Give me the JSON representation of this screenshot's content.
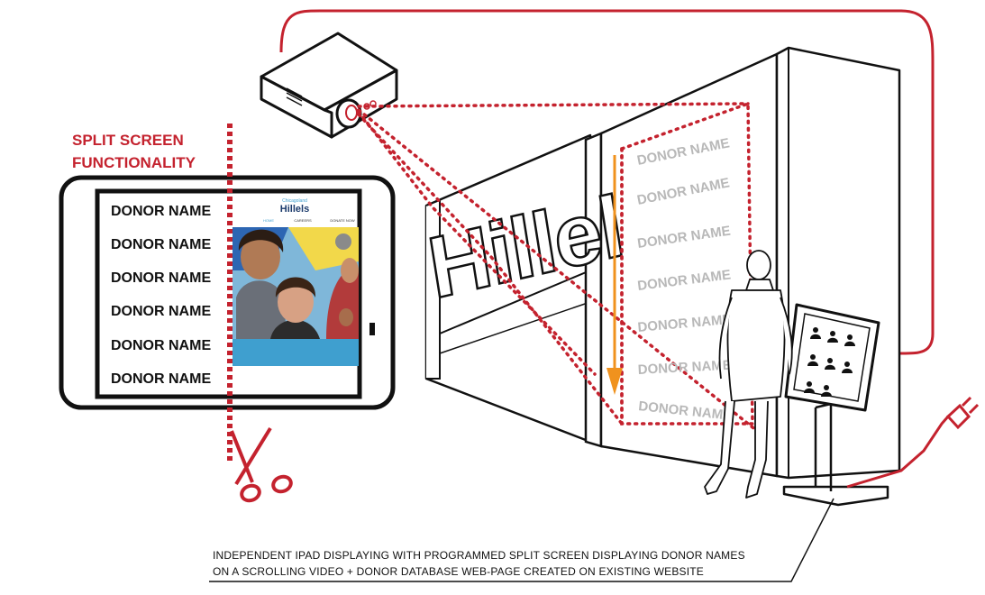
{
  "colors": {
    "accent_red": "#c4222e",
    "arrow_orange": "#f0921e",
    "ink": "#111111",
    "wall_text_gray": "#b8b8b8",
    "web_blue": "#3f9fcf",
    "web_yellow": "#f2d84a"
  },
  "labels": {
    "split_screen_line1": "SPLIT SCREEN",
    "split_screen_line2": "FUNCTIONALITY",
    "caption_line1": "INDEPENDENT IPAD DISPLAYING WITH PROGRAMMED SPLIT SCREEN DISPLAYING DONOR NAMES",
    "caption_line2": "ON A SCROLLING VIDEO + DONOR DATABASE WEB-PAGE  CREATED ON EXISTING WEBSITE"
  },
  "ipad": {
    "donor_names": [
      "DONOR NAME",
      "DONOR NAME",
      "DONOR NAME",
      "DONOR NAME",
      "DONOR NAME",
      "DONOR NAME"
    ],
    "website": {
      "brand_small": "Chicagoland",
      "brand_large": "Hillels",
      "nav": [
        "HOME",
        "CAREERS",
        "DONATE NOW"
      ]
    }
  },
  "wall": {
    "sign_text": "Hillel",
    "donor_names": [
      "DONOR NAME",
      "DONOR NAME",
      "DONOR NAME",
      "DONOR NAME",
      "DONOR NAME",
      "DONOR NAME",
      "DONOR NAME"
    ]
  },
  "icons": [
    "projector-icon",
    "scissors-icon",
    "power-plug-icon",
    "person-icon"
  ]
}
